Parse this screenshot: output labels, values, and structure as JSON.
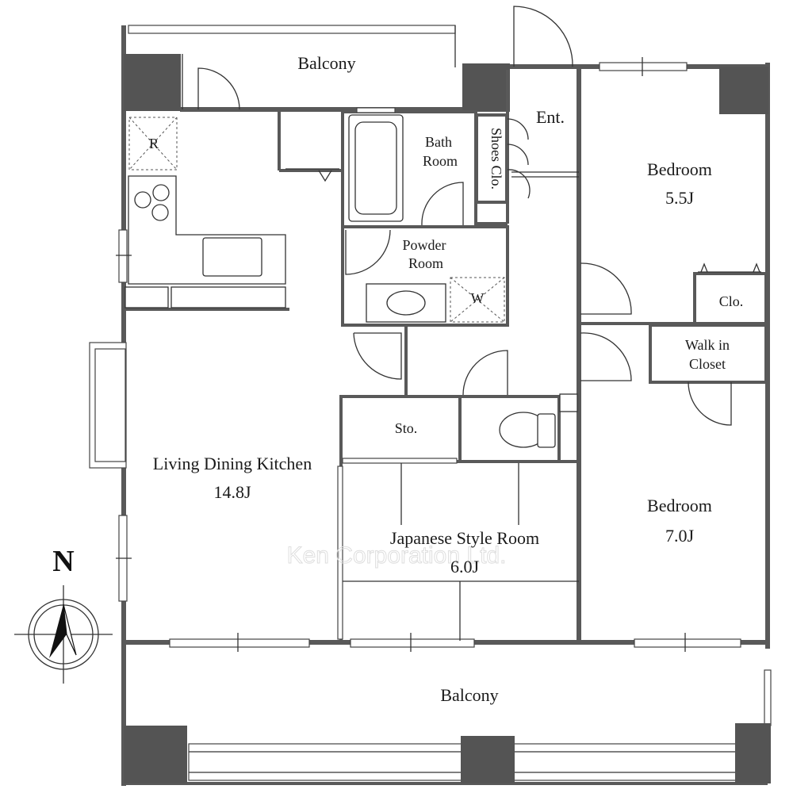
{
  "rooms": {
    "balcony_top": "Balcony",
    "ent": "Ent.",
    "bath_room": [
      "Bath",
      "Room"
    ],
    "shoes_closet": "Shoes Clo.",
    "bedroom_1": {
      "name": "Bedroom",
      "size": "5.5J"
    },
    "refrigerator": "R",
    "powder_room": [
      "Powder",
      "Room"
    ],
    "washer": "W",
    "closet": "Clo.",
    "walk_in_closet": [
      "Walk in",
      "Closet"
    ],
    "storage": "Sto.",
    "ldk": {
      "name": "Living Dining Kitchen",
      "size": "14.8J"
    },
    "japanese_room": {
      "name": "Japanese Style Room",
      "size": "6.0J"
    },
    "bedroom_2": {
      "name": "Bedroom",
      "size": "7.0J"
    },
    "balcony_bottom": "Balcony"
  },
  "compass": {
    "label": "N"
  },
  "watermark": "Ken Corporation Ltd."
}
